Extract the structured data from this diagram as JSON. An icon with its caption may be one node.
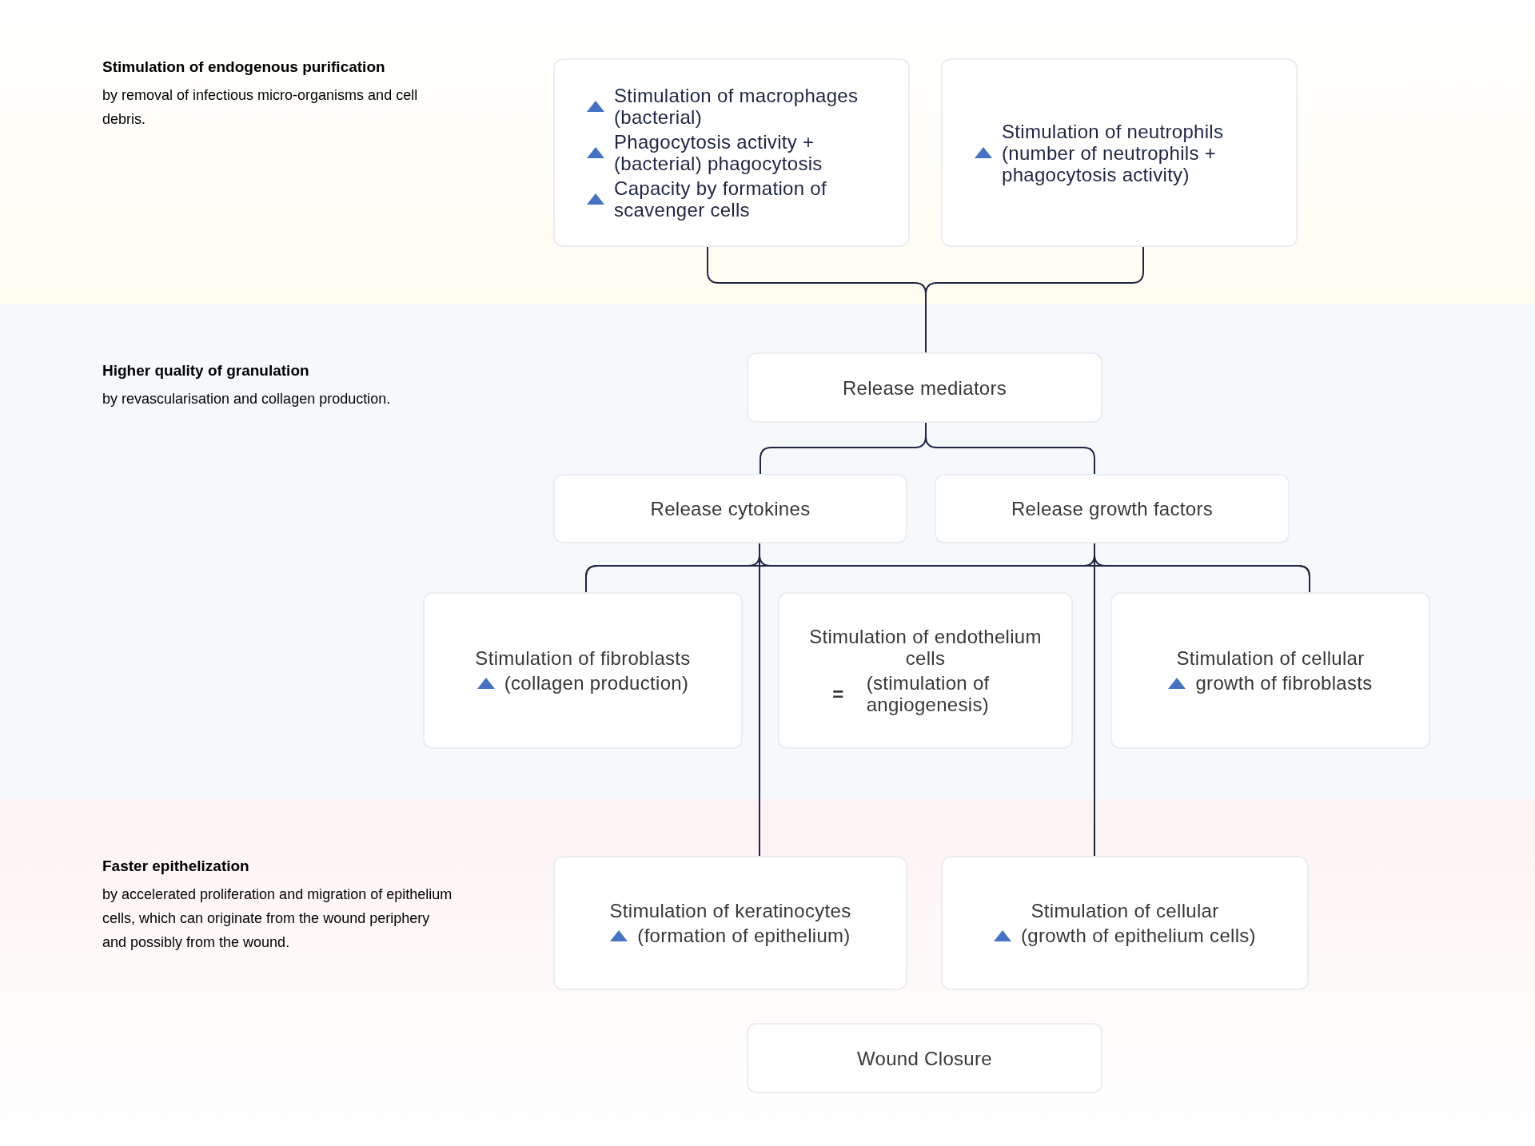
{
  "diagram": {
    "nodes": [
      {
        "text": [
          "Stimulation of endogenous purification",
          "by removal of infectious micro-organisms and cell debris."
        ]
      },
      {
        "text": [
          "Stimulation of macrophages (bacterial)",
          "Phagocytosis activity + (bacterial) phagocytosis",
          "Capacity by formation of scavenger cells"
        ],
        "in": 0
      },
      {
        "text": [
          "Stimulation of neutrophils (number of neutrophils + phagocytosis activity)"
        ],
        "in": 0
      },
      {
        "text": [
          "Higher quality of granulation",
          "by revascularisation and collagen production."
        ]
      },
      {
        "text": [
          "Release mediators"
        ],
        "in": 3
      },
      {
        "text": [
          "Release cytokines"
        ],
        "in": 3
      },
      {
        "text": [
          "Release growth factors"
        ],
        "in": 3
      },
      {
        "text": [
          "Stimulation of fibroblasts",
          "(collagen production)"
        ],
        "in": 3
      },
      {
        "text": [
          "Stimulation of endothelium cells",
          "=",
          "(stimulation of angiogenesis)"
        ],
        "in": 3
      },
      {
        "text": [
          "Stimulation of cellular",
          "growth of fibroblasts"
        ],
        "in": 3
      },
      {
        "text": [
          "Faster epithelization",
          "by accelerated proliferation and migration of epithelium cells, which can originate from the wound periphery and possibly from the wound."
        ]
      },
      {
        "text": [
          "Stimulation of keratinocytes",
          "(formation of epithelium)"
        ],
        "in": 10
      },
      {
        "text": [
          "Stimulation of cellular",
          "(growth of epithelium cells)"
        ],
        "in": 10
      },
      {
        "text": [
          "Wound Closure"
        ],
        "in": 10
      }
    ],
    "edges": [
      {
        "from": 1,
        "to": 4,
        "arrow": "none"
      },
      {
        "from": 2,
        "to": 4,
        "arrow": "none"
      },
      {
        "from": 4,
        "to": 5,
        "arrow": "none"
      },
      {
        "from": 4,
        "to": 6,
        "arrow": "none"
      },
      {
        "from": 5,
        "to": 7,
        "arrow": "none"
      },
      {
        "from": 5,
        "to": 9,
        "arrow": "none"
      },
      {
        "from": 6,
        "to": 7,
        "arrow": "none"
      },
      {
        "from": 6,
        "to": 9,
        "arrow": "none"
      },
      {
        "from": 5,
        "to": 11,
        "arrow": "none"
      },
      {
        "from": 6,
        "to": 12,
        "arrow": "none"
      }
    ]
  }
}
